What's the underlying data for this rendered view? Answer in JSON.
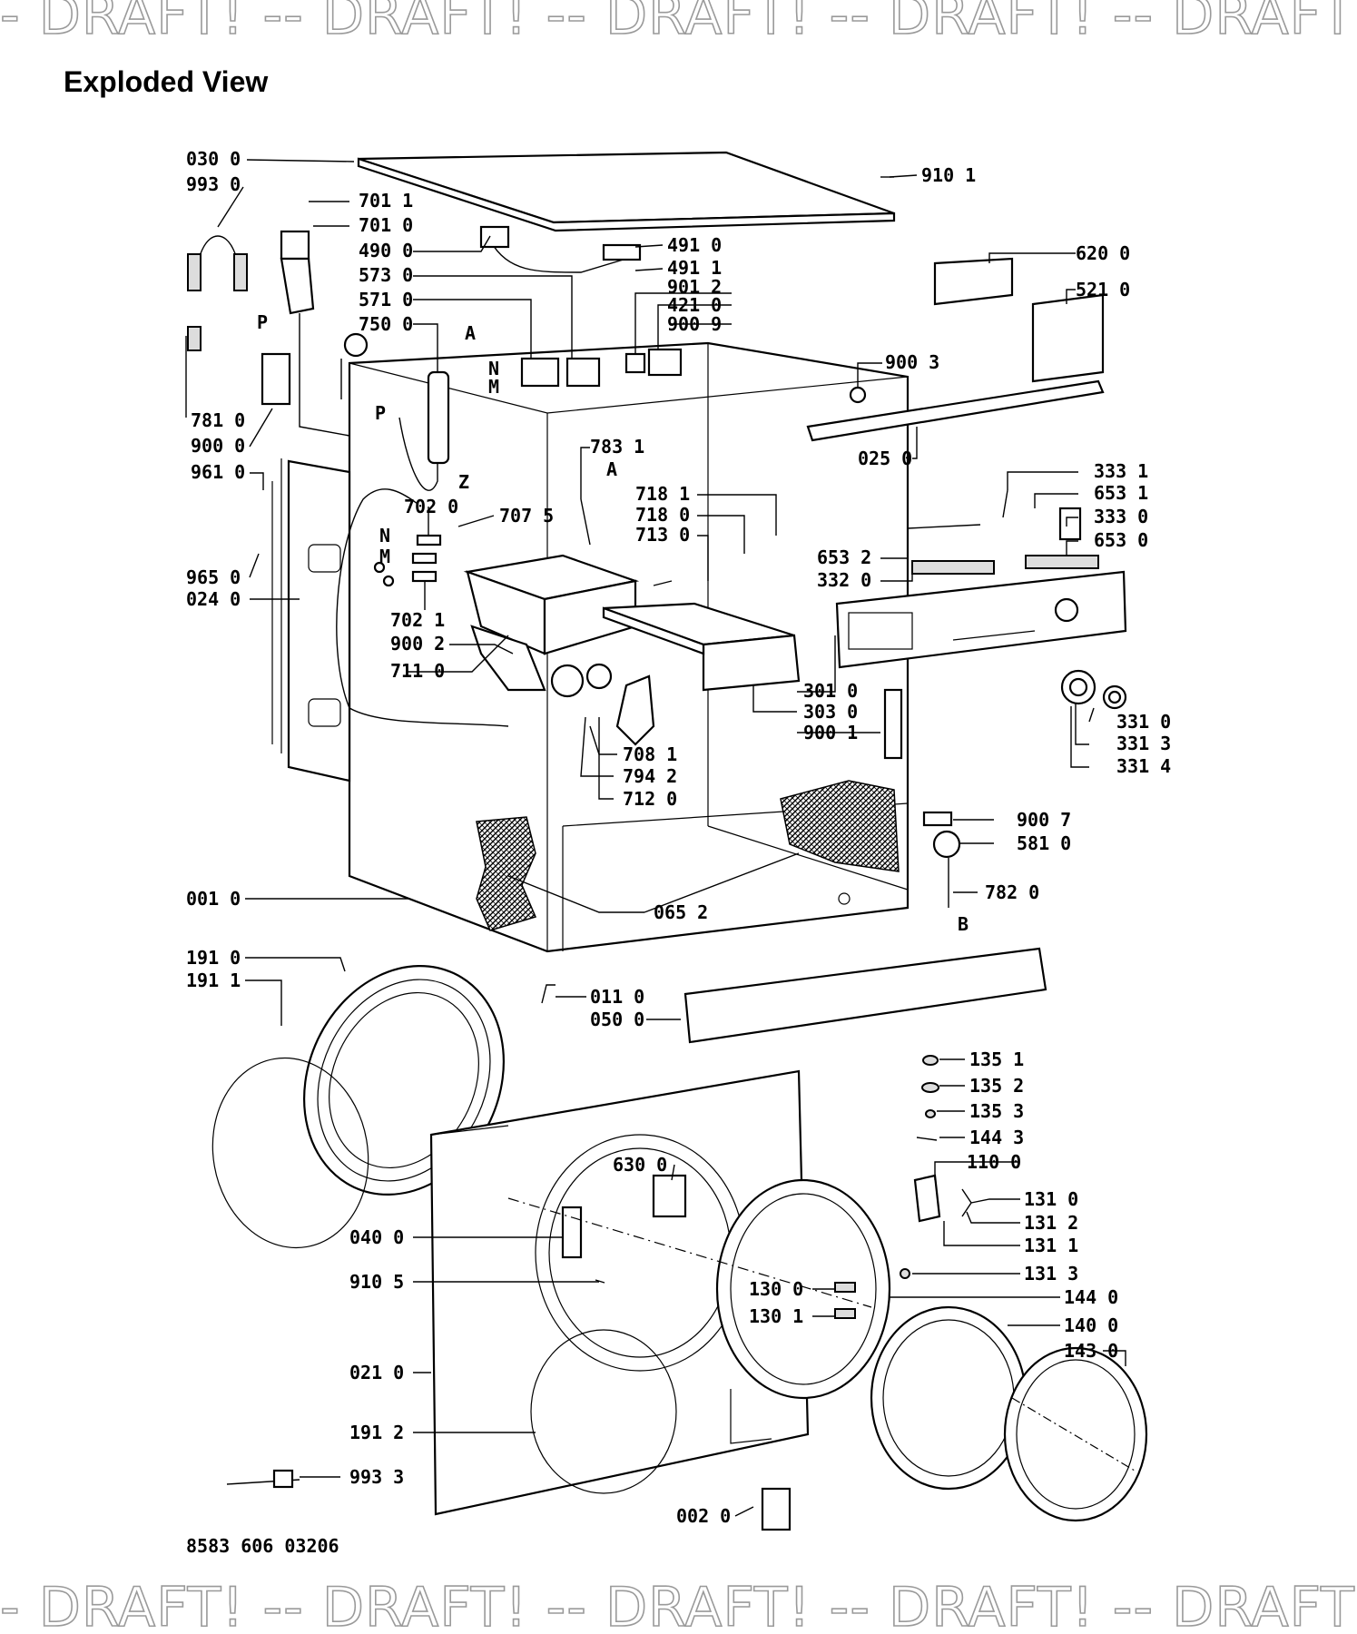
{
  "watermark": {
    "text": "- DRAFT! -"
  },
  "title": "Exploded View",
  "diagram_code": "8583 606 03206",
  "letters": {
    "P": "P",
    "A": "A",
    "Z": "Z",
    "N": "N",
    "M": "M",
    "B": "B"
  },
  "labels": [
    "030 0",
    "993 0",
    "701 1",
    "701 0",
    "490 0",
    "573 0",
    "571 0",
    "750 0",
    "781 0",
    "900 0",
    "961 0",
    "965 0",
    "024 0",
    "910 1",
    "491 0",
    "491 1",
    "901 2",
    "421 0",
    "900 9",
    "620 0",
    "521 0",
    "900 3",
    "025 0",
    "783 1",
    "702 0",
    "707 5",
    "702 1",
    "900 2",
    "711 0",
    "718 1",
    "718 0",
    "713 0",
    "333 1",
    "653 1",
    "333 0",
    "653 0",
    "653 2",
    "332 0",
    "301 0",
    "303 0",
    "900 1",
    "708 1",
    "794 2",
    "712 0",
    "331 0",
    "331 3",
    "331 4",
    "900 7",
    "581 0",
    "782 0",
    "001 0",
    "065 2",
    "191 0",
    "191 1",
    "011 0",
    "050 0",
    "135 1",
    "135 2",
    "135 3",
    "144 3",
    "110 0",
    "131 0",
    "131 2",
    "131 1",
    "131 3",
    "630 0",
    "040 0",
    "910 5",
    "130 0",
    "130 1",
    "144 0",
    "140 0",
    "143 0",
    "021 0",
    "191 2",
    "993 3",
    "002 0"
  ]
}
